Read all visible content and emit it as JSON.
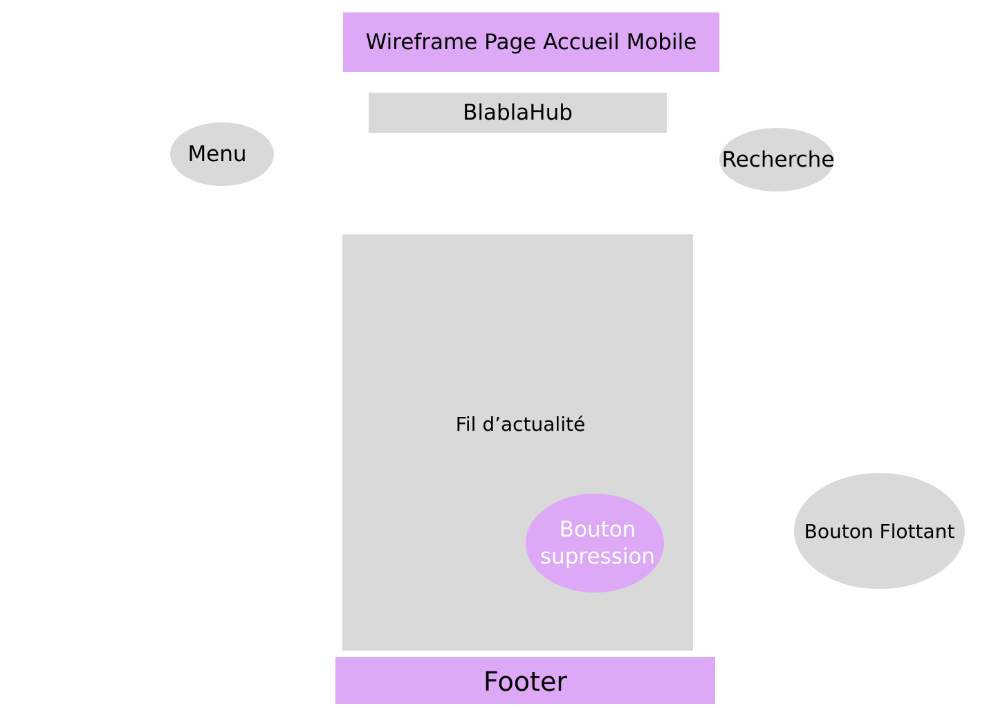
{
  "title": "Wireframe Page Accueil Mobile",
  "header": {
    "app_name": "BlablaHub",
    "menu_label": "Menu",
    "search_label": "Recherche"
  },
  "main": {
    "feed_label": "Fil d’actualité",
    "delete_button": {
      "line1": "Bouton",
      "line2": "supression"
    }
  },
  "floating_button_label": "Bouton Flottant",
  "footer_label": "Footer",
  "colors": {
    "accent": "#dda8f5",
    "placeholder": "#d9d9d9",
    "background": "#ffffff"
  }
}
